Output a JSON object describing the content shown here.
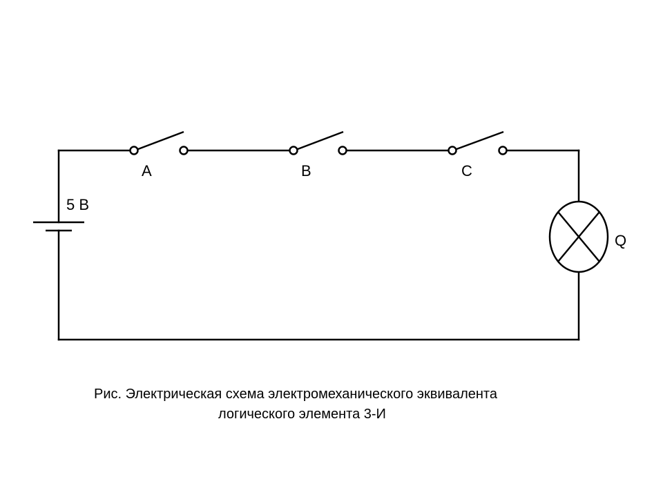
{
  "diagram": {
    "battery_label": "5 В",
    "switches": [
      {
        "name": "switch-a",
        "label": "A"
      },
      {
        "name": "switch-b",
        "label": "B"
      },
      {
        "name": "switch-c",
        "label": "C"
      }
    ],
    "lamp_label": "Q",
    "stroke_color": "#000000",
    "background_color": "#ffffff"
  },
  "caption": {
    "line1": "Рис. Электрическая схема электромеханического эквивалента",
    "line2": "логического элемента 3-И"
  }
}
